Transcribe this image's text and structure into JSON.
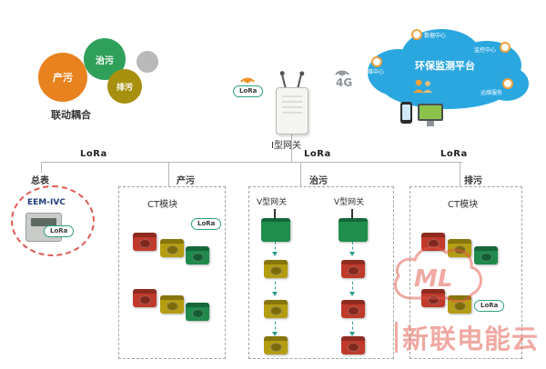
{
  "gears": {
    "gear_produce": "产污",
    "gear_treat": "治污",
    "gear_discharge": "排污",
    "caption": "联动耦合"
  },
  "gateway": {
    "label": "I型网关",
    "lora_badge": "LoRa",
    "network": "4G"
  },
  "cloud": {
    "title": "环保监测平台",
    "node_top": "数据中心",
    "node_left": "运维中心",
    "node_right": "监控中心",
    "node_bottom": "运维服务"
  },
  "bus": {
    "lora_left": "LoRa",
    "lora_center": "LoRa",
    "lora_right": "LoRa"
  },
  "meter": {
    "label": "总表",
    "device_model": "EEM-IVC",
    "lora_badge": "LoRa"
  },
  "box_produce": {
    "title": "产污",
    "module_label": "CT模块",
    "lora_badge": "LoRa"
  },
  "box_treat": {
    "title": "治污",
    "gateway_left_label": "V型网关",
    "gateway_right_label": "V型网关"
  },
  "box_discharge": {
    "title": "排污",
    "module_label": "CT模块",
    "lora_badge": "LoRa"
  },
  "watermark": {
    "logo_text": "ML",
    "brand_text": "新联电能云"
  },
  "colors": {
    "cloud_blue": "#2ba7e0",
    "ct_red": "#c03a2b",
    "ct_yellow": "#b59d12",
    "ct_green": "#1e8a4c",
    "watermark_red": "#e2554a",
    "gear_orange": "#e8821e",
    "gear_green": "#2fa05a",
    "gear_olive": "#a8900f"
  }
}
